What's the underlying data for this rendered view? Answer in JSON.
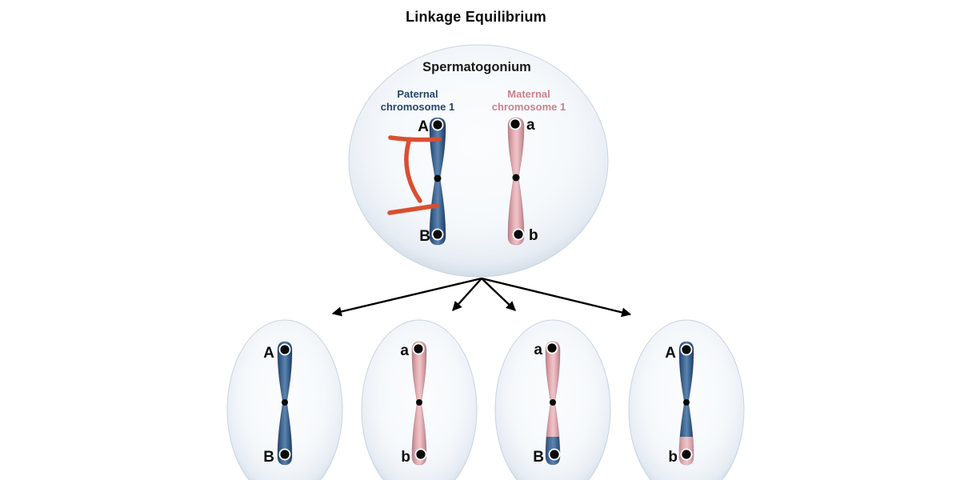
{
  "title": "Linkage Equilibrium",
  "parent_cell": {
    "label": "Spermatogonium",
    "paternal": {
      "name_lines": [
        "Paternal",
        "chromosome 1"
      ],
      "allele_top": "A",
      "allele_bottom": "B",
      "color_role": "paternal-blue"
    },
    "maternal": {
      "name_lines": [
        "Maternal",
        "chromosome 1"
      ],
      "allele_top": "a",
      "allele_bottom": "b",
      "color_role": "maternal-pink"
    },
    "crossover_marker": "red interval bracket spanning loci A to B on paternal chromosome"
  },
  "daughters": [
    {
      "allele_top": "A",
      "allele_bottom": "B",
      "segments": {
        "body": "paternal-blue",
        "tip": "paternal-blue"
      },
      "recombinant": false
    },
    {
      "allele_top": "a",
      "allele_bottom": "b",
      "segments": {
        "body": "maternal-pink",
        "tip": "maternal-pink"
      },
      "recombinant": false
    },
    {
      "allele_top": "a",
      "allele_bottom": "B",
      "segments": {
        "body": "maternal-pink",
        "tip": "paternal-blue"
      },
      "recombinant": true
    },
    {
      "allele_top": "A",
      "allele_bottom": "b",
      "segments": {
        "body": "paternal-blue",
        "tip": "maternal-pink"
      },
      "recombinant": true
    }
  ],
  "colors": {
    "paternal_blue": "#3a5c85",
    "paternal_blue_dark": "#24436b",
    "maternal_pink": "#dfa9af",
    "maternal_pink_dark": "#c2848d",
    "paternal_label_text": "#27456b",
    "maternal_label_text": "#c9818d",
    "crossover_marker_red": "#d94f30",
    "arrow_black": "#000000",
    "cell_rim": "#cdd8e3",
    "background": "#ffffff"
  }
}
